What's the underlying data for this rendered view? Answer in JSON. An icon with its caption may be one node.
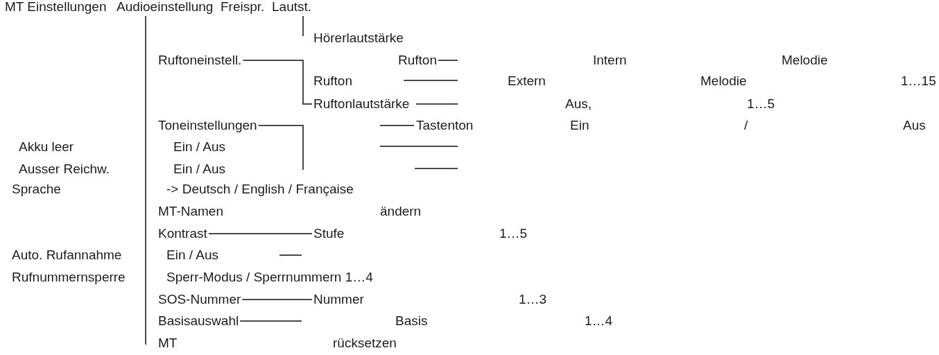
{
  "diagram": {
    "nodes": [
      {
        "text": [
          "Audioeinstellung"
        ]
      },
      {
        "text": [
          "Lautst."
        ]
      },
      {
        "text": [
          "Ruftoneinstell."
        ]
      },
      {
        "text": [
          "Rufton"
        ]
      },
      {
        "text": [
          "Ruftonlautstärke"
        ]
      },
      {
        "text": [
          "Toneinstellungen"
        ]
      },
      {
        "text": [
          "Kontrast"
        ]
      },
      {
        "text": [
          "Stufe"
        ]
      },
      {
        "text": [
          "SOS-Nummer"
        ]
      },
      {
        "text": [
          "Nummer"
        ]
      },
      {
        "text": [
          "Basisauswahl"
        ]
      }
    ],
    "edges": [
      {
        "from": 0,
        "to": null,
        "arrow": "none"
      },
      {
        "from": 1,
        "to": null,
        "arrow": "none"
      },
      {
        "from": 2,
        "to": 4,
        "arrow": "none"
      },
      {
        "from": 3,
        "to": null,
        "arrow": "none"
      },
      {
        "from": 5,
        "to": null,
        "arrow": "none"
      },
      {
        "from": 6,
        "to": 7,
        "arrow": "none"
      },
      {
        "from": 8,
        "to": 9,
        "arrow": "none"
      },
      {
        "from": 10,
        "to": null,
        "arrow": "none"
      }
    ],
    "labels": [
      "MT Einstellungen",
      "Freispr.",
      "Hörerlautstärke",
      "Intern",
      "Melodie",
      "Rufton",
      "Extern",
      "Melodie",
      "1…15",
      "Aus,",
      "1…5",
      "Tastenton",
      "Ein",
      "/",
      "Aus",
      "Akku leer",
      "Ein / Aus",
      "Ausser Reichw.",
      "Ein / Aus",
      "Sprache",
      "-> Deutsch / English / Française",
      "MT-Namen",
      "ändern",
      "1…5",
      "Auto. Rufannahme",
      "Ein / Aus",
      "Rufnummernsperre",
      "Sperr-Modus / Sperrnummern 1…4",
      "1…3",
      "Basis",
      "1…4",
      "MT",
      "rücksetzen"
    ]
  }
}
